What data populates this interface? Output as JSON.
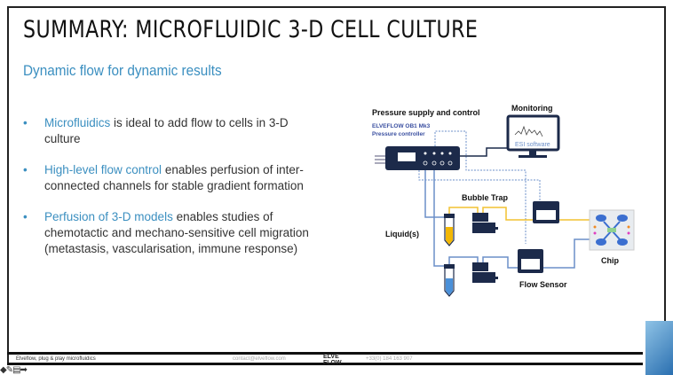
{
  "slide": {
    "title": "SUMMARY: MICROFLUIDIC 3-D CELL CULTURE",
    "subtitle": "Dynamic flow for dynamic results",
    "bullets": [
      {
        "highlight": "Microfluidics",
        "text": " is ideal to add flow to cells in 3-D culture"
      },
      {
        "highlight": "High-level flow control",
        "text": " enables perfusion of inter-connected channels for stable gradient formation"
      },
      {
        "highlight": "Perfusion of 3-D models",
        "text": " enables studies of chemotactic and mechano-sensitive cell migration (metastasis, vascularisation, immune response)"
      }
    ],
    "bullet_char": "•"
  },
  "diagram": {
    "pressure_label": "Pressure supply and control",
    "controller_name": "ELVEFLOW OB1 Mk3",
    "controller_sub": "Pressure controller",
    "monitoring": "Monitoring",
    "software": "ESI software",
    "bubble_trap": "Bubble Trap",
    "liquids": "Liquid(s)",
    "chip": "Chip",
    "flow_sensor": "Flow Sensor"
  },
  "footer": {
    "left": "Elveflow, plug & play microfluidics",
    "email": "contact@elveflow.com",
    "logo_top": "ELVE",
    "logo_bottom": "FLOW",
    "phone": "+33(0) 184 163 907"
  },
  "colors": {
    "accent": "#3b8fc0",
    "navy": "#1c2a4a",
    "yellow": "#f2c230",
    "blue_tube": "#6b8fc9"
  }
}
